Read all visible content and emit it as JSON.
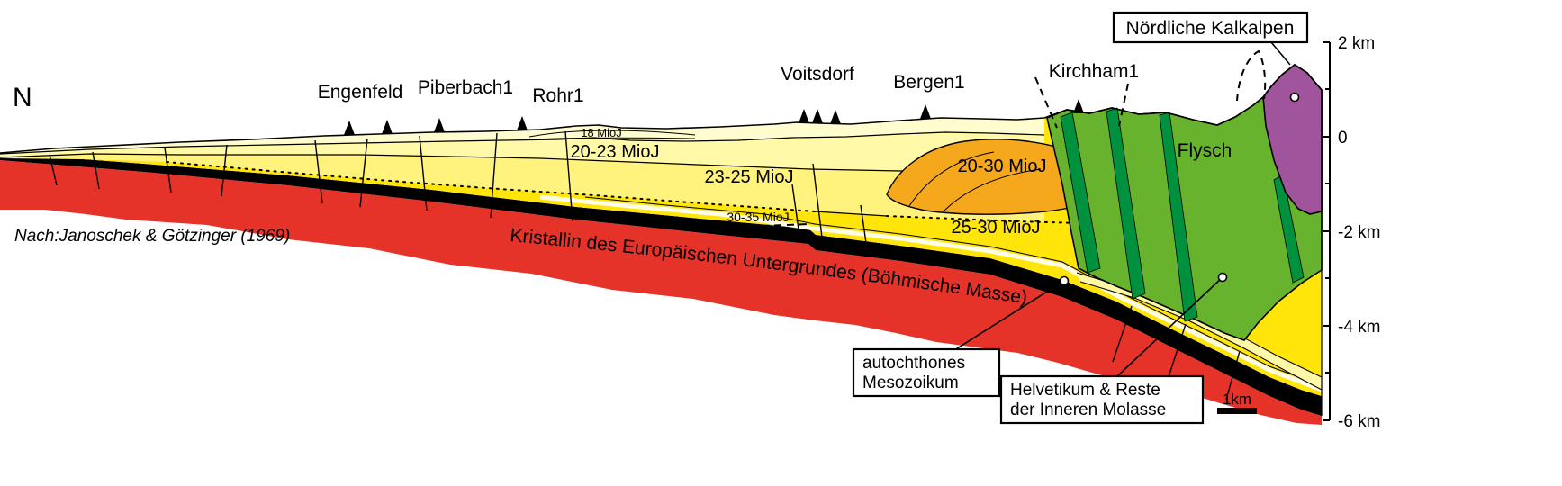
{
  "labels": {
    "north": "N",
    "source": "Nach:Janoschek & Götzinger (1969)",
    "kristallin": "Kristallin des Europäischen Untergrundes (Böhmische Masse)",
    "flysch": "Flysch",
    "kalkalpen_box": "Nördliche Kalkalpen",
    "autochthon_line1": "autochthones",
    "autochthon_line2": "Mesozoikum",
    "helvetikum_line1": "Helvetikum & Reste",
    "helvetikum_line2": "der Inneren Molasse"
  },
  "wells": {
    "engenfeld": "Engenfeld",
    "piberbach": "Piberbach1",
    "rohr": "Rohr1",
    "voitsdorf": "Voitsdorf",
    "bergen": "Bergen1",
    "kirchham": "Kirchham1"
  },
  "strata": {
    "mioj18": "18 MioJ",
    "mioj20_23": "20-23 MioJ",
    "mioj23_25": "23-25 MioJ",
    "mioj20_30": "20-30 MioJ",
    "mioj30_35": "30-35 MioJ",
    "mioj25_30": "25-30 MioJ"
  },
  "scale": {
    "bar_label": "1km",
    "ticks": [
      "2 km",
      "0",
      "-2 km",
      "-4 km",
      "-6 km"
    ]
  },
  "colors": {
    "red": "#E6332A",
    "black": "#000000",
    "yellow": "#FFE50A",
    "band_upper": "#FFF9A8",
    "band_mid": "#FFF27D",
    "cream": "#FFFDD0",
    "stripe": "#FFFDE6",
    "orange": "#F6A81C",
    "green": "#68B32E",
    "green_dark": "#00913F",
    "purple": "#A0549B"
  }
}
